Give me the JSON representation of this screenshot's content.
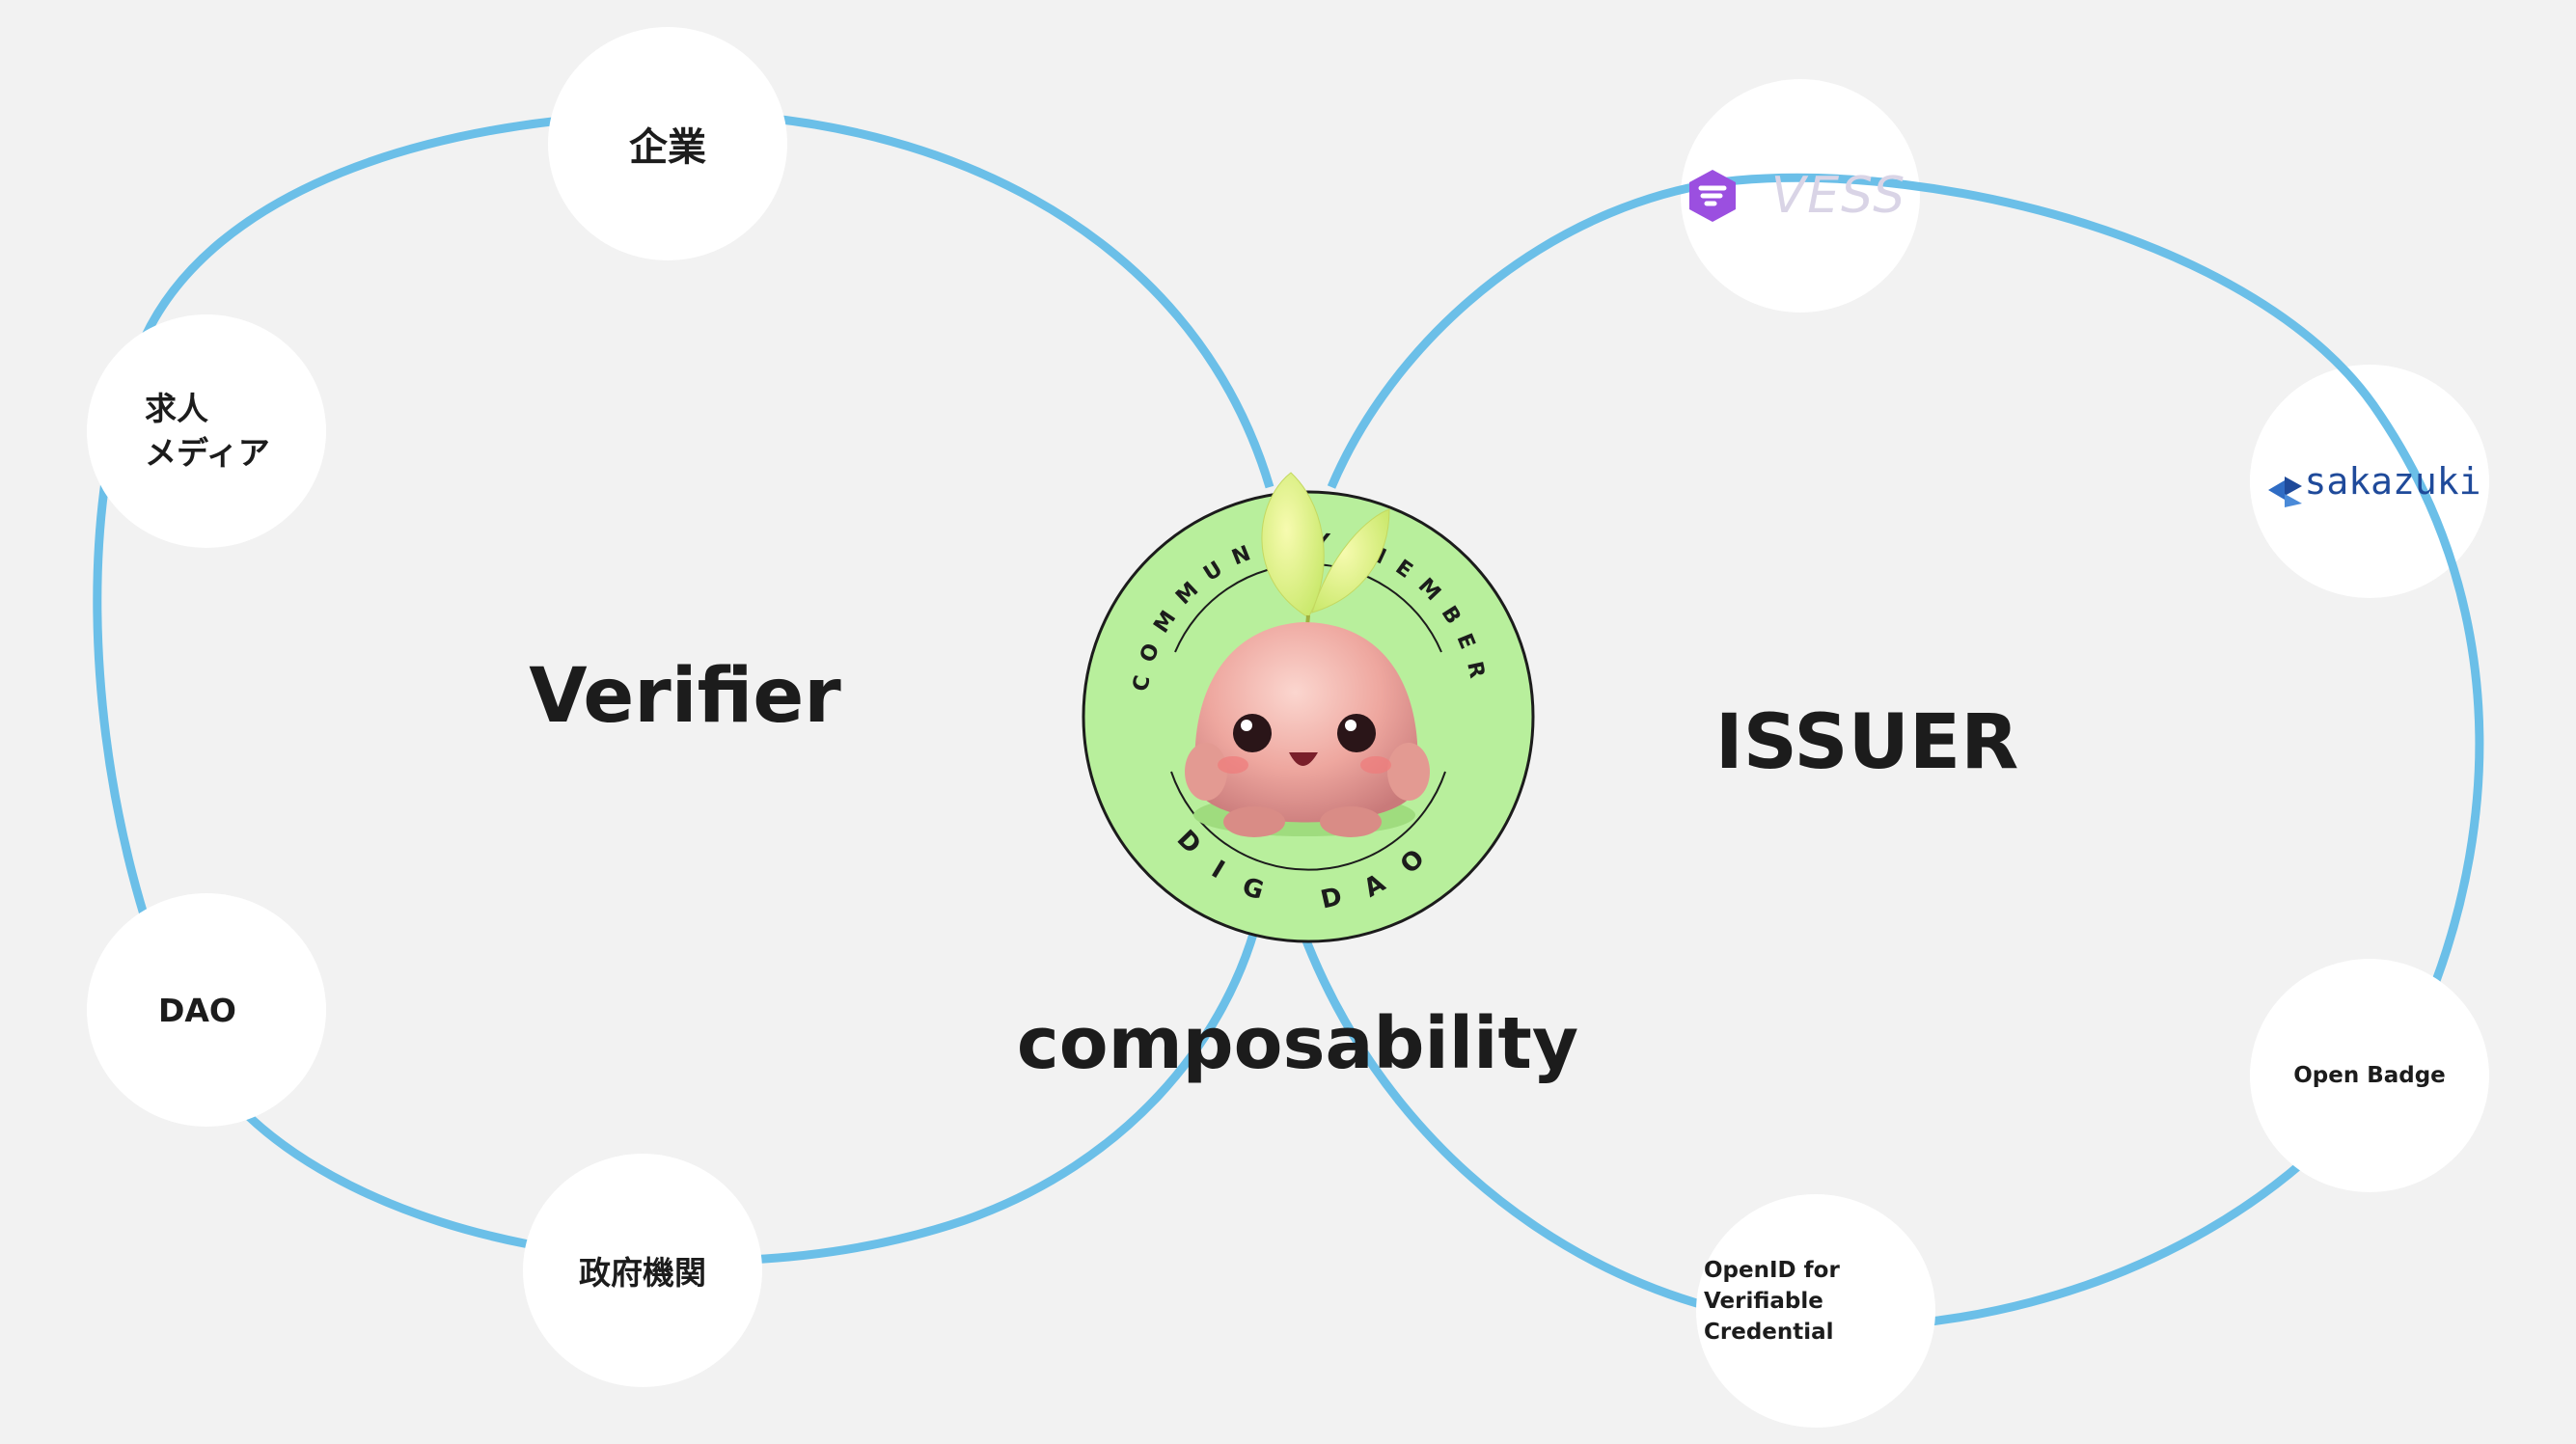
{
  "diagram": {
    "center_label": "composability",
    "left": {
      "label": "Verifier",
      "nodes": [
        "企業",
        "求人\nメディア",
        "DAO",
        "政府機関"
      ]
    },
    "right": {
      "label": "ISSUER",
      "nodes": [
        "Open Badge",
        "OpenID for\nVerifiable Credential"
      ],
      "logos": [
        {
          "name": "vess-logo",
          "text": "VESS"
        },
        {
          "name": "sakazuki-logo",
          "text": "sakazuki"
        }
      ]
    },
    "badge": {
      "top_text": "COMMUNITY MEMBER",
      "bottom_text": "DIG DAO"
    }
  },
  "colors": {
    "loop": "#6bbfe8",
    "badge_fill": "#b8ef9c",
    "badge_stroke": "#1c1c1c",
    "text": "#1c1c1c",
    "vess_purple": "#9b4fe0",
    "sakazuki_blue": "#1f4a9a"
  }
}
